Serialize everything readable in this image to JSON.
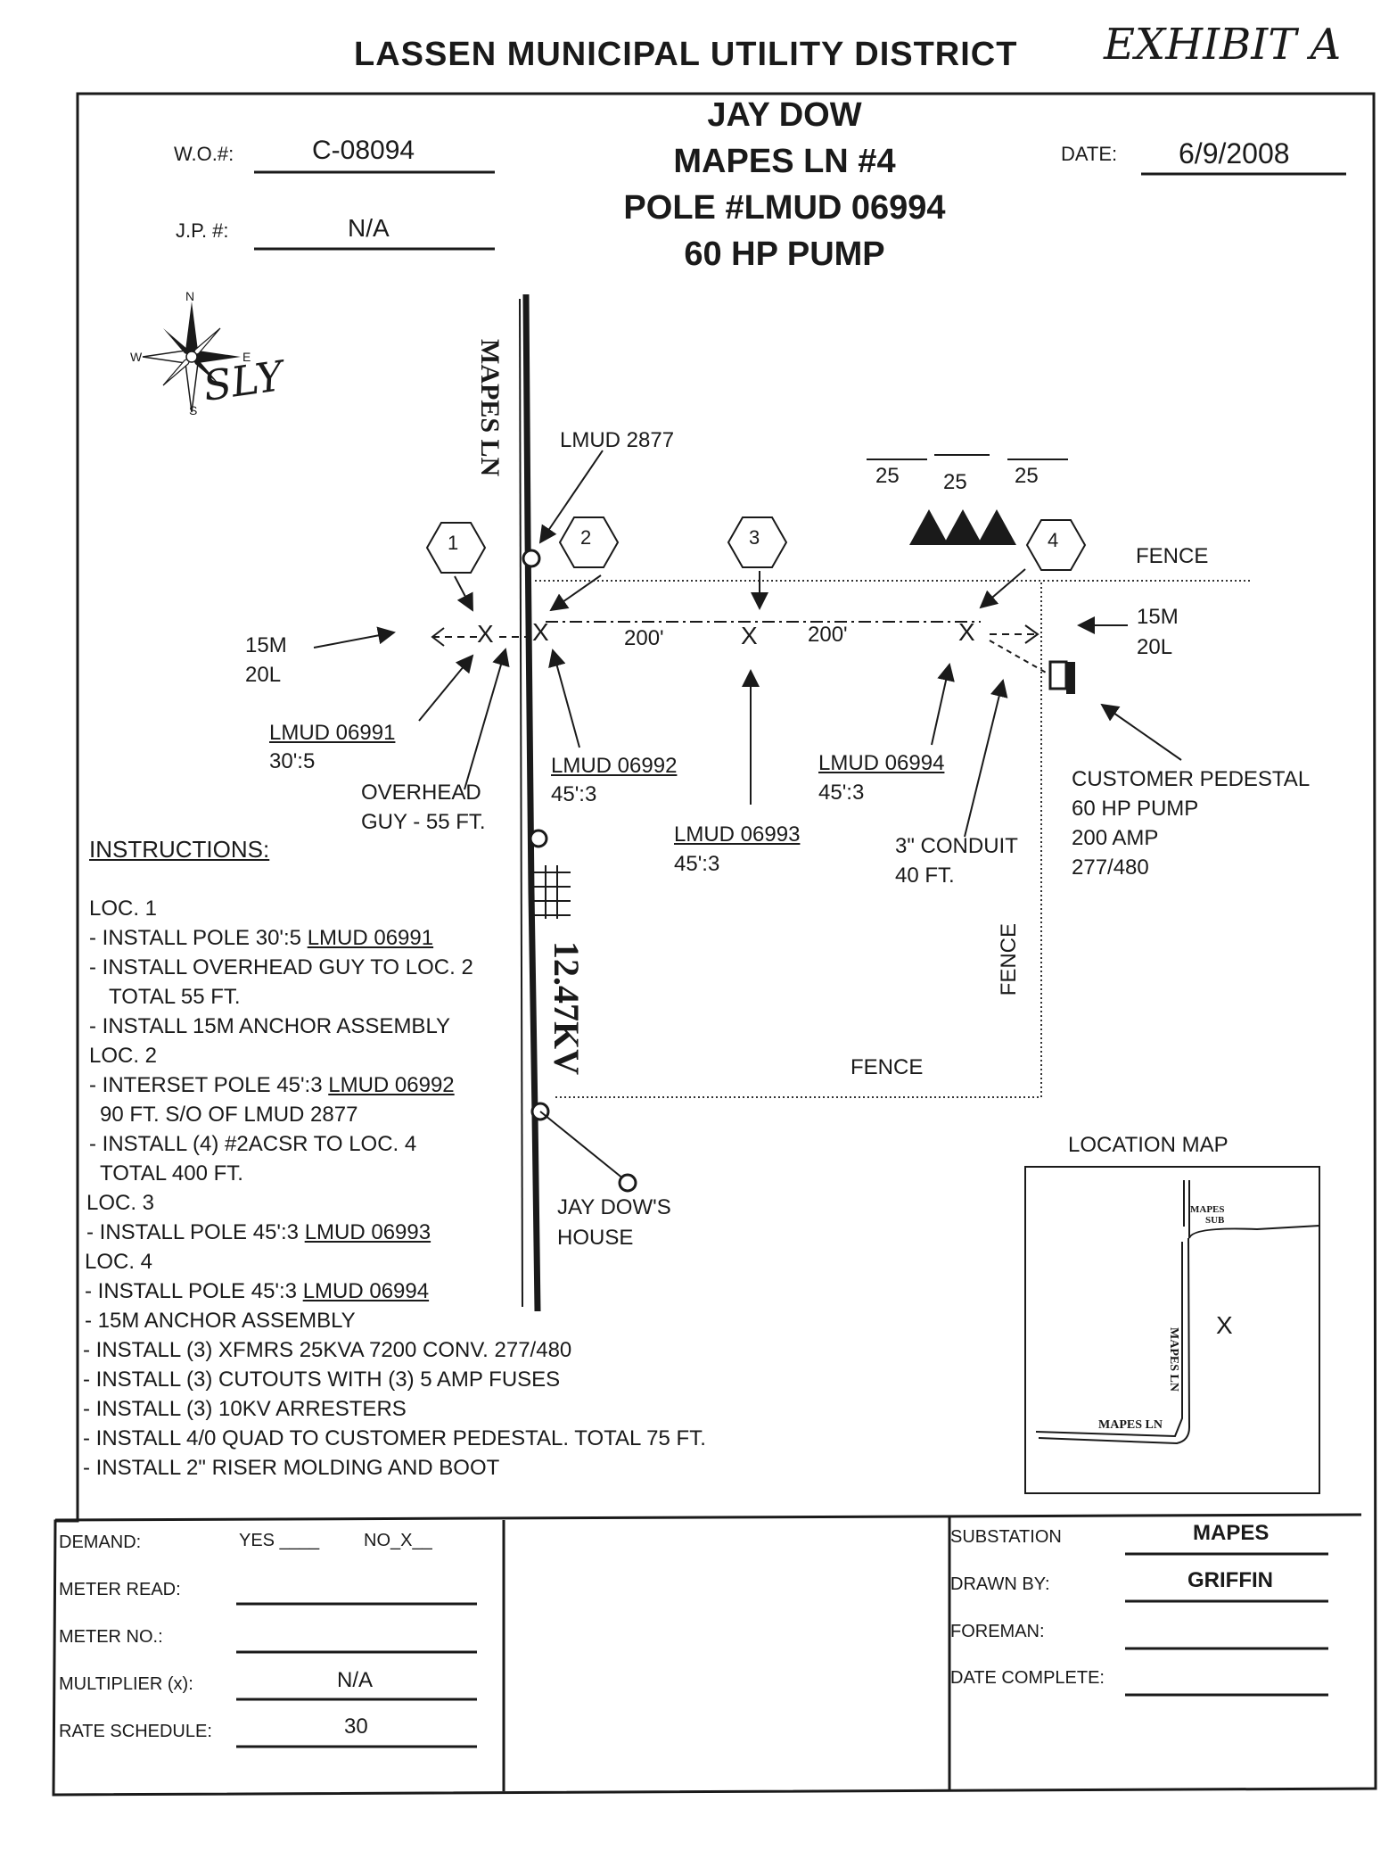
{
  "header": {
    "org_title": "LASSEN MUNICIPAL UTILITY DISTRICT",
    "exhibit": "EXHIBIT A",
    "wo_label": "W.O.#:",
    "wo_value": "C-08094",
    "jp_label": "J.P. #:",
    "jp_value": "N/A",
    "date_label": "DATE:",
    "date_value": "6/9/2008",
    "project_lines": [
      "JAY DOW",
      "MAPES LN #4",
      "POLE #LMUD 06994",
      "60 HP PUMP"
    ]
  },
  "compass": {
    "n": "N",
    "w": "W",
    "e": "E",
    "s": "S",
    "initials": "SLY"
  },
  "map": {
    "road_label": "MAPES LN",
    "voltage_label": "12.47KV",
    "existing_pole_top": "LMUD 2877",
    "locations": [
      "1",
      "2",
      "3",
      "4"
    ],
    "span_1": "200'",
    "span_2": "200'",
    "transformer_spans": [
      "25",
      "25",
      "25"
    ],
    "fence_labels": [
      "FENCE",
      "FENCE",
      "FENCE"
    ],
    "anchor_left": [
      "15M",
      "20L"
    ],
    "anchor_right": [
      "15M",
      "20L"
    ],
    "pole_1": {
      "id": "LMUD 06991",
      "spec": "30':5"
    },
    "pole_2": {
      "id": "LMUD 06992",
      "spec": "45':3"
    },
    "pole_3": {
      "id": "LMUD 06993",
      "spec": "45':3"
    },
    "pole_4": {
      "id": "LMUD 06994",
      "spec": "45':3"
    },
    "overhead_guy": [
      "OVERHEAD",
      "GUY - 55 FT."
    ],
    "conduit": [
      "3\" CONDUIT",
      "40 FT."
    ],
    "customer_pedestal": [
      "CUSTOMER PEDESTAL",
      "60 HP PUMP",
      "200 AMP",
      "277/480"
    ],
    "house": [
      "JAY DOW'S",
      "HOUSE"
    ]
  },
  "instructions": {
    "heading": "INSTRUCTIONS:",
    "loc1": "LOC. 1",
    "loc1_items": [
      "- INSTALL POLE 30':5 ",
      "LMUD 06991",
      "- INSTALL OVERHEAD GUY TO LOC. 2",
      "TOTAL 55 FT.",
      "- INSTALL 15M ANCHOR ASSEMBLY"
    ],
    "loc2": "LOC. 2",
    "loc2_items": [
      "- INTERSET POLE 45':3 ",
      "LMUD 06992",
      "90 FT. S/O OF LMUD 2877",
      "- INSTALL (4) #2ACSR TO LOC. 4",
      "TOTAL 400 FT."
    ],
    "loc3": "LOC. 3",
    "loc3_items": [
      "- INSTALL POLE 45':3 ",
      "LMUD 06993"
    ],
    "loc4": "LOC. 4",
    "loc4_items": [
      "- INSTALL POLE 45':3 ",
      "LMUD 06994",
      "- 15M ANCHOR ASSEMBLY",
      "- INSTALL (3) XFMRS 25KVA 7200 CONV. 277/480",
      "- INSTALL (3) CUTOUTS WITH (3) 5 AMP FUSES",
      "- INSTALL (3) 10KV ARRESTERS",
      "- INSTALL 4/0 QUAD TO CUSTOMER PEDESTAL.  TOTAL 75 FT.",
      "- INSTALL 2\" RISER MOLDING AND BOOT"
    ]
  },
  "location_map": {
    "title": "LOCATION MAP",
    "sub_label": [
      "MAPES",
      "SUB"
    ],
    "road_vertical": "MAPES LN",
    "road_horizontal": "MAPES LN",
    "marker": "X"
  },
  "footer": {
    "demand_label": "DEMAND:",
    "demand_yes": "YES ____",
    "demand_no": "NO_X__",
    "meter_read_label": "METER READ:",
    "meter_no_label": "METER NO.:",
    "multiplier_label": "MULTIPLIER (x):",
    "multiplier_value": "N/A",
    "rate_label": "RATE SCHEDULE:",
    "rate_value": "30",
    "substation_label": "SUBSTATION",
    "substation_value": "MAPES",
    "drawn_by_label": "DRAWN BY:",
    "drawn_by_value": "GRIFFIN",
    "foreman_label": "FOREMAN:",
    "date_complete_label": "DATE COMPLETE:"
  }
}
